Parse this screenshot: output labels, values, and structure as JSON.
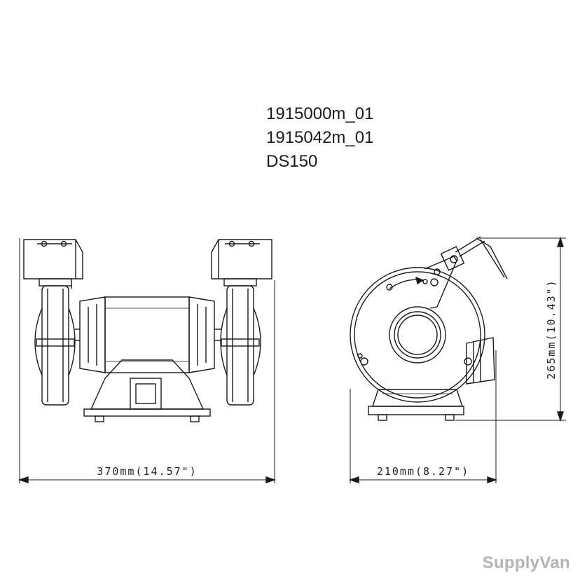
{
  "model_codes": [
    "1915000m_01",
    "1915042m_01",
    "DS150"
  ],
  "dimensions": {
    "width_label": "370mm(14.57\")",
    "depth_label": "210mm(8.27\")",
    "height_label": "265mm(10.43\")"
  },
  "watermark": "SupplyVan",
  "colors": {
    "line": "#1a1a1a",
    "watermark": "#b3b3b3"
  }
}
